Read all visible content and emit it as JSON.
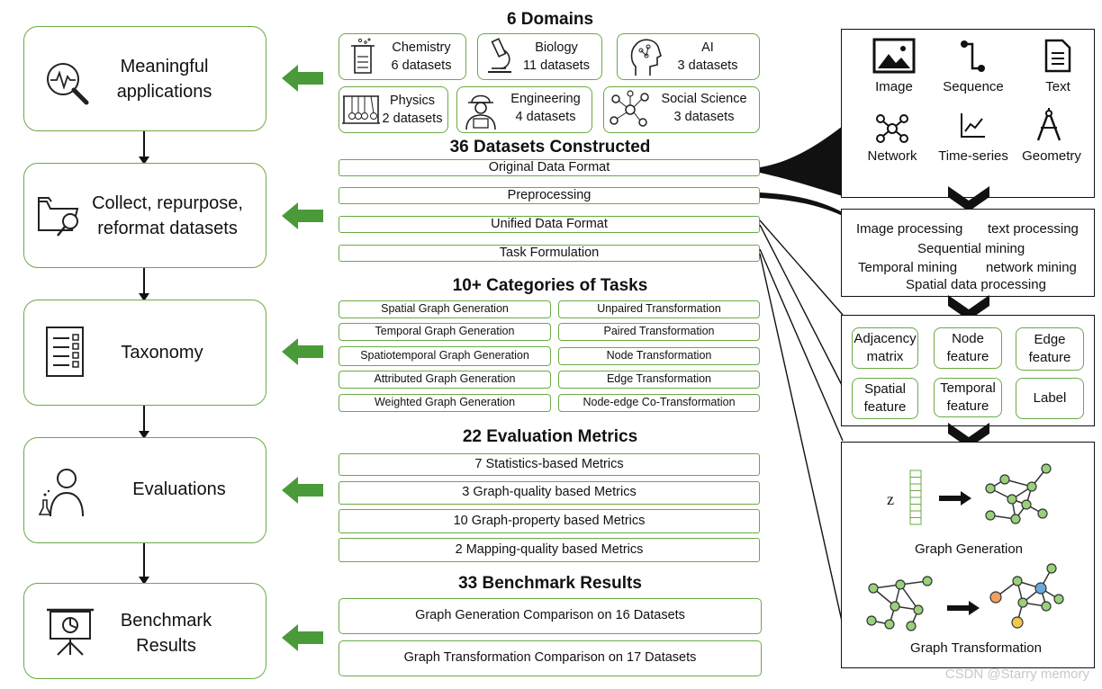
{
  "stages": [
    {
      "label": "Meaningful applications",
      "icon": "magnifier-pulse-icon"
    },
    {
      "label": "Collect, repurpose, reformat datasets",
      "icon": "folder-search-icon"
    },
    {
      "label": "Taxonomy",
      "icon": "checklist-icon"
    },
    {
      "label": "Evaluations",
      "icon": "scientist-icon"
    },
    {
      "label": "Benchmark Results",
      "icon": "presentation-chart-icon"
    }
  ],
  "domains": {
    "title": "6 Domains",
    "items": [
      {
        "name": "Chemistry",
        "count": "6 datasets",
        "icon": "flask-icon"
      },
      {
        "name": "Biology",
        "count": "11 datasets",
        "icon": "microscope-icon"
      },
      {
        "name": "AI",
        "count": "3 datasets",
        "icon": "brain-head-icon"
      },
      {
        "name": "Physics",
        "count": "2 datasets",
        "icon": "newton-cradle-icon"
      },
      {
        "name": "Engineering",
        "count": "4 datasets",
        "icon": "engineer-icon"
      },
      {
        "name": "Social Science",
        "count": "3 datasets",
        "icon": "social-network-icon"
      }
    ]
  },
  "datasets": {
    "title": "36 Datasets Constructed",
    "steps": [
      "Original Data Format",
      "Preprocessing",
      "Unified Data Format",
      "Task Formulation"
    ]
  },
  "tasks": {
    "title": "10+ Categories of Tasks",
    "left": [
      "Spatial Graph Generation",
      "Temporal Graph Generation",
      "Spatiotemporal Graph Generation",
      "Attributed Graph Generation",
      "Weighted Graph Generation"
    ],
    "right": [
      "Unpaired Transformation",
      "Paired Transformation",
      "Node Transformation",
      "Edge Transformation",
      "Node-edge Co-Transformation"
    ]
  },
  "metrics": {
    "title": "22 Evaluation Metrics",
    "items": [
      "7 Statistics-based Metrics",
      "3 Graph-quality based Metrics",
      "10 Graph-property based Metrics",
      "2 Mapping-quality based Metrics"
    ]
  },
  "results": {
    "title": "33 Benchmark Results",
    "items": [
      "Graph Generation Comparison on 16 Datasets",
      "Graph Transformation Comparison on 17 Datasets"
    ]
  },
  "modalities": [
    {
      "label": "Image",
      "icon": "image-icon"
    },
    {
      "label": "Sequence",
      "icon": "sequence-icon"
    },
    {
      "label": "Text",
      "icon": "text-document-icon"
    },
    {
      "label": "Network",
      "icon": "network-icon"
    },
    {
      "label": "Time-series",
      "icon": "line-chart-icon"
    },
    {
      "label": "Geometry",
      "icon": "compass-icon"
    }
  ],
  "processing": {
    "lines": [
      "Image processing",
      "text processing",
      "Sequential mining",
      "Temporal mining",
      "network mining",
      "Spatial data processing"
    ]
  },
  "features": [
    "Adjacency matrix",
    "Node feature",
    "Edge feature",
    "Spatial feature",
    "Temporal feature",
    "Label"
  ],
  "graph_tasks": {
    "generation_label": "Graph Generation",
    "transformation_label": "Graph Transformation",
    "latent_symbol": "z"
  },
  "watermark": "CSDN @Starry memory",
  "colors": {
    "accent_green": "#6aaa45",
    "arrow_green": "#4a9a3a",
    "node_green": "#9ad07a",
    "node_orange": "#f0a060",
    "node_blue": "#6aa8d8",
    "node_yellow": "#f0c850"
  }
}
